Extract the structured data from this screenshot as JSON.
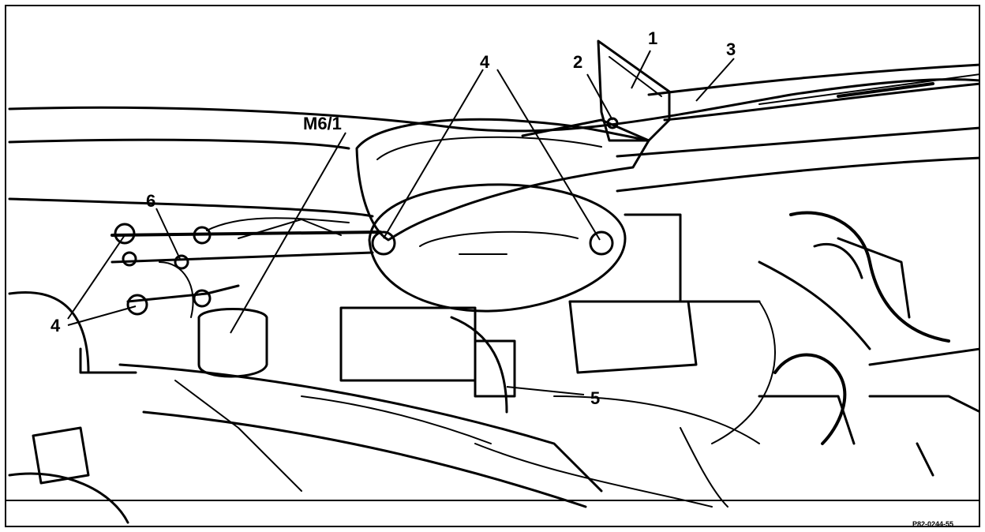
{
  "figure": {
    "callouts": {
      "c1": "1",
      "c2": "2",
      "c3": "3",
      "c4_top": "4",
      "c4_left": "4",
      "c5": "5",
      "c6": "6",
      "m6": "M6/1"
    },
    "figure_code": "P82-0244-55"
  }
}
